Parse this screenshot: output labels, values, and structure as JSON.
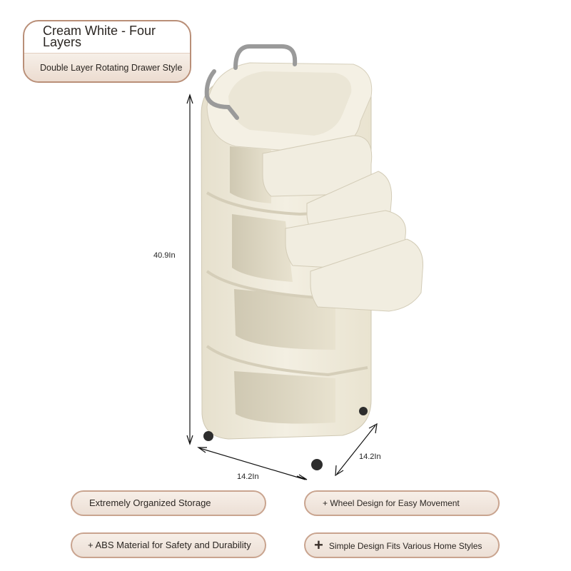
{
  "title_card": {
    "title": "Cream White - Four Layers",
    "subtitle": "Double Layer Rotating Drawer Style"
  },
  "dimensions": {
    "height": "40.9In",
    "width": "14.2In",
    "depth": "14.2In"
  },
  "features": [
    "Extremely Organized Storage",
    "+ Wheel Design for Easy Movement",
    "+ ABS Material for Safety and Durability",
    "Simple Design Fits Various Home Styles"
  ],
  "colors": {
    "accent_border": "#b98f78",
    "pill_fill": "#f1e6dd",
    "cart_body": "#efeadb"
  }
}
